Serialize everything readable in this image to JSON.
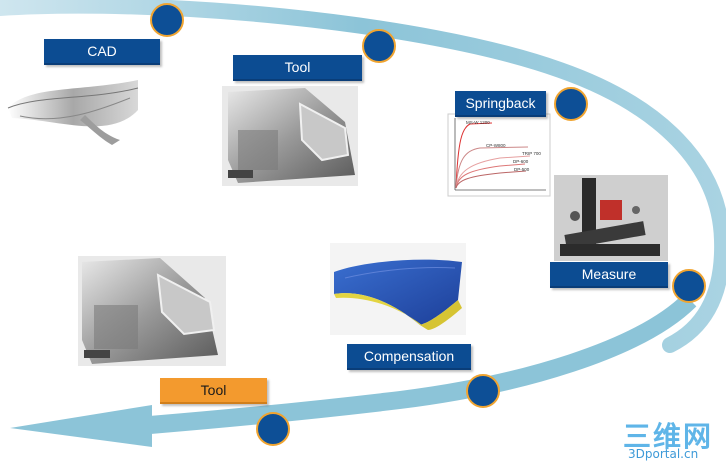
{
  "steps": [
    {
      "label": "CAD",
      "highlight": false
    },
    {
      "label": "Tool",
      "highlight": false
    },
    {
      "label": "Springback",
      "highlight": false
    },
    {
      "label": "Measure",
      "highlight": false
    },
    {
      "label": "Compensation",
      "highlight": false
    },
    {
      "label": "Tool",
      "highlight": true
    }
  ],
  "springback_chart": {
    "series": [
      "MS-W 1200",
      "CP-W800",
      "TRIP 700",
      "DP-600",
      "DP-500"
    ]
  },
  "watermark": {
    "logo": "三维网",
    "url": "3Dportal.cn"
  },
  "colors": {
    "label_blue": "#0c4c92",
    "label_orange": "#f39a2e",
    "node_fill": "#0d4f96",
    "node_ring": "#f0a430",
    "arc": "#8cc4d8"
  }
}
